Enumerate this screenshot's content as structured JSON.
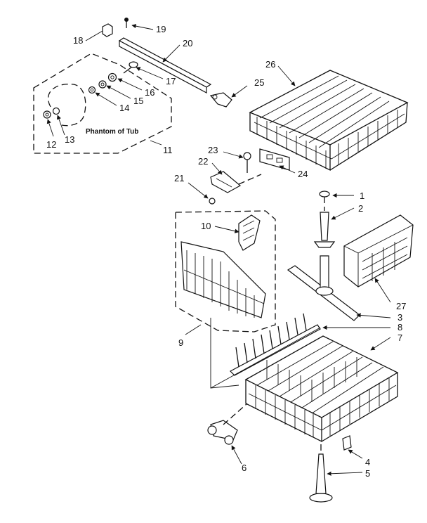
{
  "labels": {
    "p1": "1",
    "p2": "2",
    "p3": "3",
    "p4": "4",
    "p5": "5",
    "p6": "6",
    "p7": "7",
    "p8": "8",
    "p9": "9",
    "p10": "10",
    "p11": "11",
    "p12": "12",
    "p13": "13",
    "p14": "14",
    "p15": "15",
    "p16": "16",
    "p17": "17",
    "p18": "18",
    "p19": "19",
    "p20": "20",
    "p21": "21",
    "p22": "22",
    "p23": "23",
    "p24": "24",
    "p25": "25",
    "p26": "26",
    "p27": "27"
  },
  "phantom_note": "Phantom of Tub"
}
